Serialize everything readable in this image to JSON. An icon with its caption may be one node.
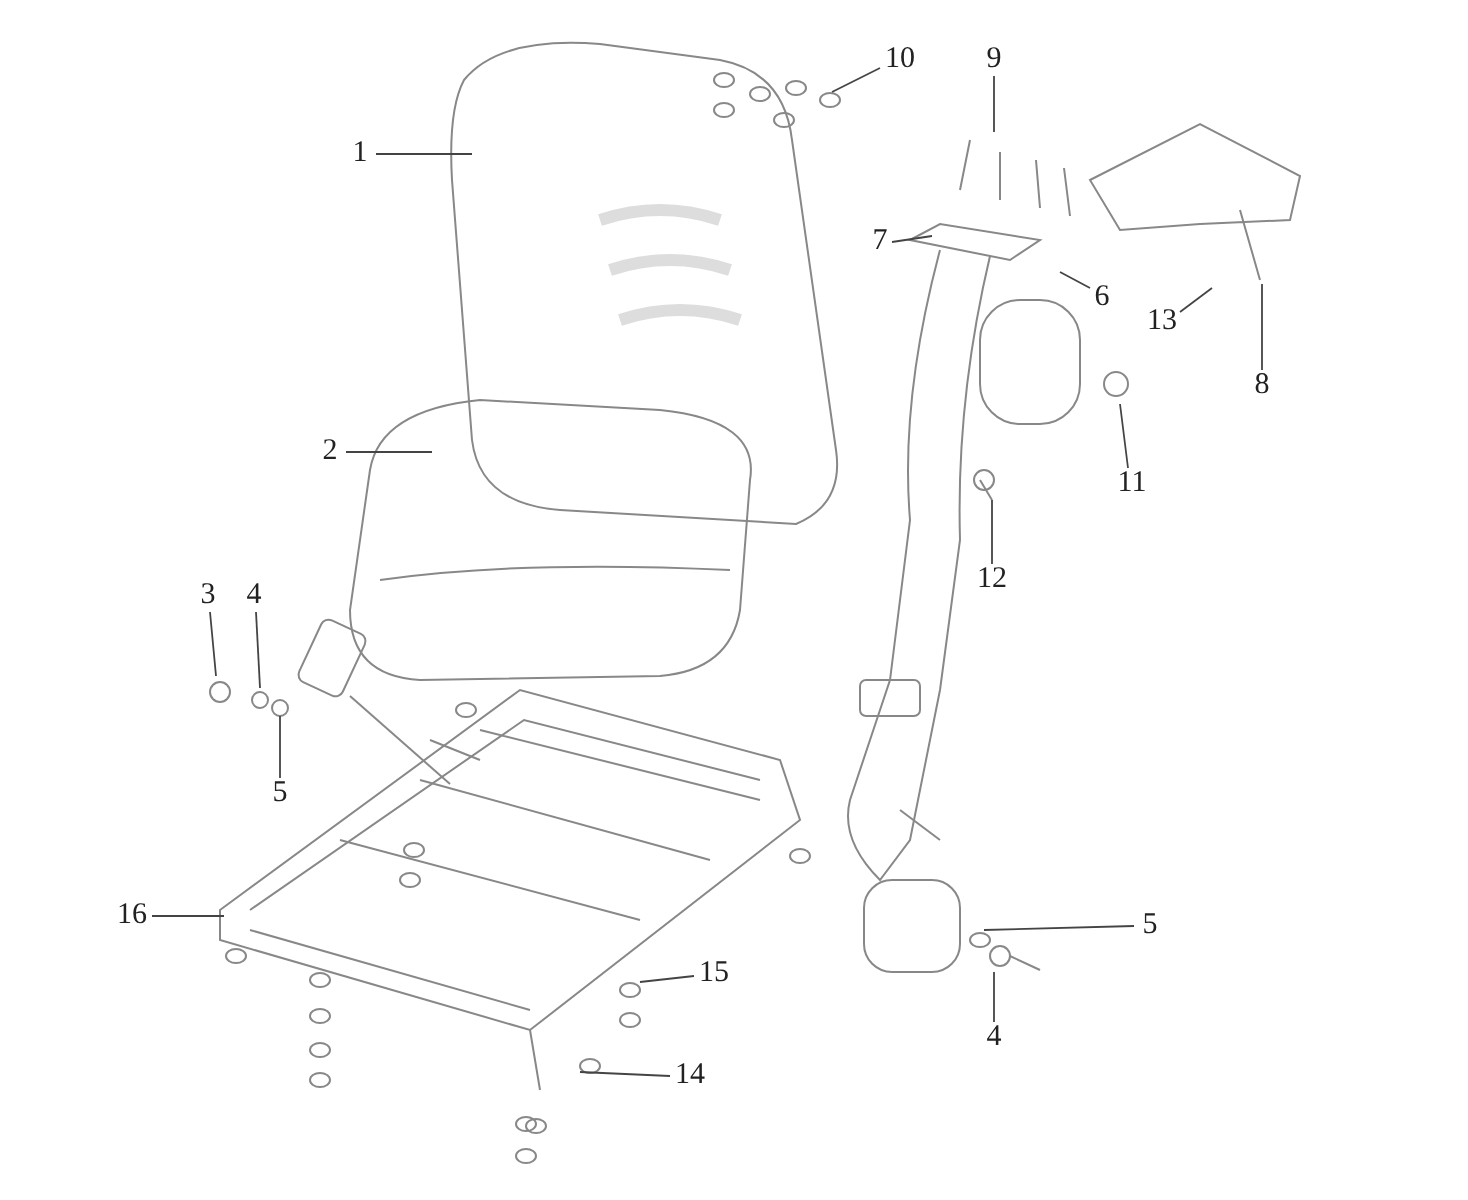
{
  "diagram": {
    "nodes": [
      {
        "text": [
          "1"
        ]
      },
      {
        "text": [
          "2"
        ]
      },
      {
        "text": [
          "3"
        ]
      },
      {
        "text": [
          "4"
        ]
      },
      {
        "text": [
          "5"
        ]
      },
      {
        "text": [
          "10"
        ]
      },
      {
        "text": [
          "9"
        ]
      },
      {
        "text": [
          "7"
        ]
      },
      {
        "text": [
          "6"
        ]
      },
      {
        "text": [
          "13"
        ]
      },
      {
        "text": [
          "8"
        ]
      },
      {
        "text": [
          "11"
        ]
      },
      {
        "text": [
          "12"
        ]
      },
      {
        "text": [
          "16"
        ]
      },
      {
        "text": [
          "15"
        ]
      },
      {
        "text": [
          "14"
        ]
      },
      {
        "text": [
          "5"
        ]
      },
      {
        "text": [
          "4"
        ]
      }
    ],
    "edges": [
      {
        "from": 0,
        "to": null,
        "arrow": "none"
      },
      {
        "from": 1,
        "to": null,
        "arrow": "none"
      },
      {
        "from": 2,
        "to": null,
        "arrow": "none"
      },
      {
        "from": 3,
        "to": null,
        "arrow": "none"
      },
      {
        "from": 4,
        "to": null,
        "arrow": "none"
      },
      {
        "from": 5,
        "to": null,
        "arrow": "none"
      },
      {
        "from": 6,
        "to": null,
        "arrow": "none"
      },
      {
        "from": 7,
        "to": null,
        "arrow": "none"
      },
      {
        "from": 8,
        "to": null,
        "arrow": "none"
      },
      {
        "from": 9,
        "to": null,
        "arrow": "none"
      },
      {
        "from": 10,
        "to": null,
        "arrow": "none"
      },
      {
        "from": 11,
        "to": null,
        "arrow": "none"
      },
      {
        "from": 12,
        "to": null,
        "arrow": "none"
      },
      {
        "from": 13,
        "to": null,
        "arrow": "none"
      },
      {
        "from": 14,
        "to": null,
        "arrow": "none"
      },
      {
        "from": 15,
        "to": null,
        "arrow": "none"
      },
      {
        "from": 16,
        "to": null,
        "arrow": "none"
      },
      {
        "from": 17,
        "to": null,
        "arrow": "none"
      }
    ]
  }
}
